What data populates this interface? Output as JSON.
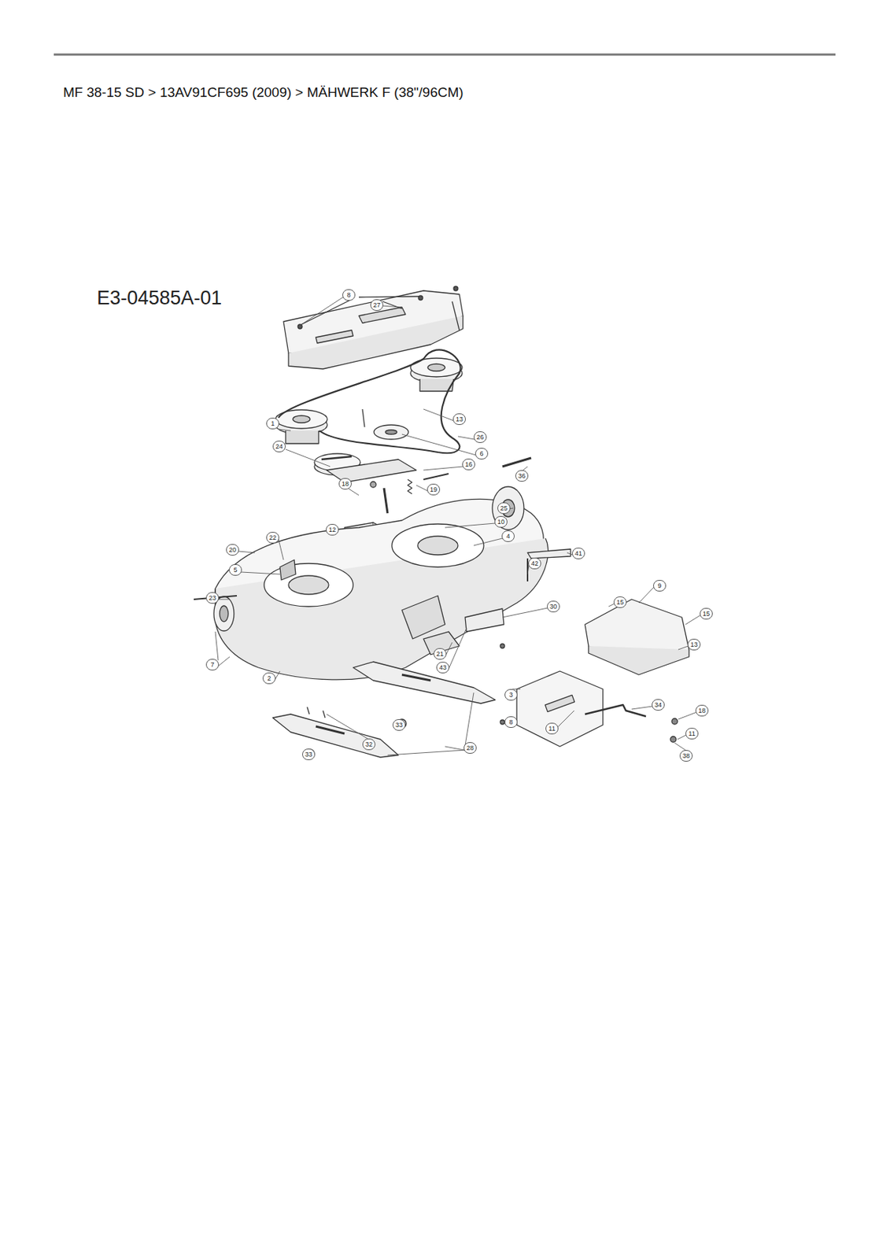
{
  "diagram": {
    "title": "MF 38-15 SD > 13AV91CF695 (2009) > MÄHWERK F (38\"/96CM)",
    "labels": [
      "E3-04585A-01",
      "8",
      "27",
      "1",
      "13",
      "26",
      "24",
      "6",
      "16",
      "18",
      "19",
      "36",
      "25",
      "10",
      "4",
      "12",
      "20",
      "22",
      "5",
      "41",
      "42",
      "9",
      "15",
      "30",
      "23",
      "21",
      "43",
      "3",
      "15",
      "13",
      "7",
      "2",
      "11",
      "34",
      "18",
      "11",
      "38",
      "33",
      "32",
      "28",
      "33",
      "8"
    ]
  }
}
